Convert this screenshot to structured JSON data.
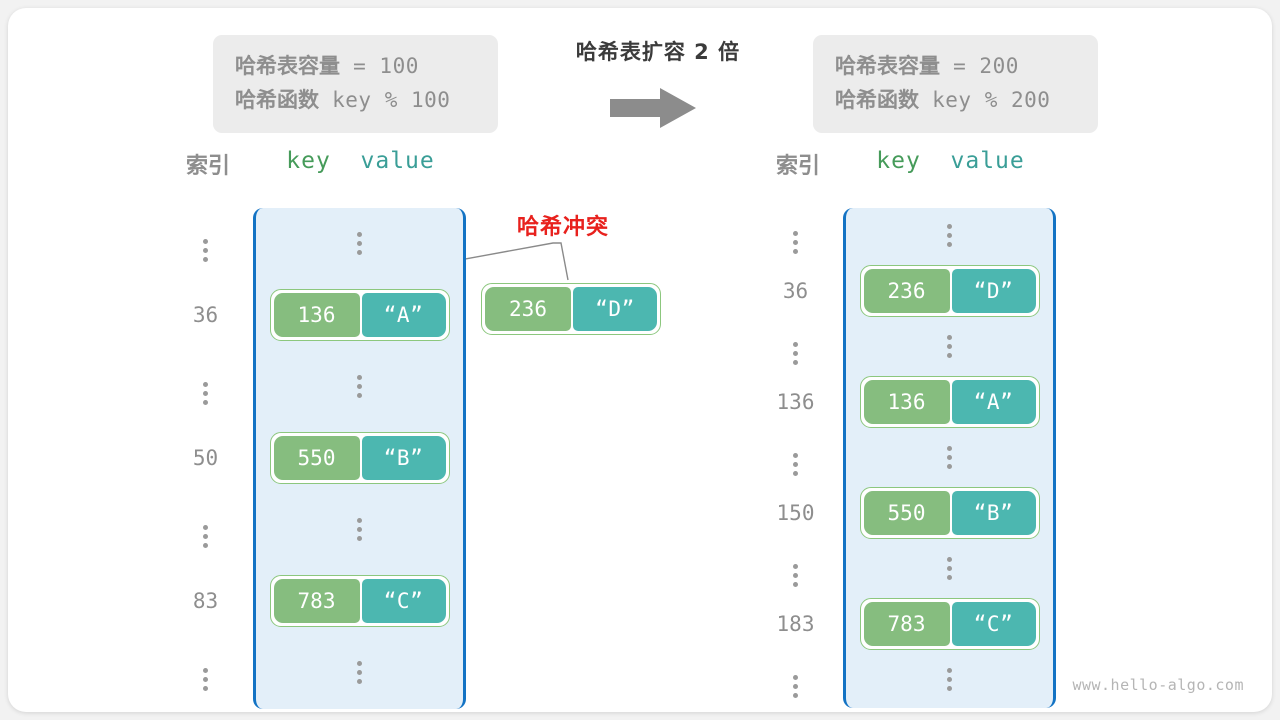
{
  "watermark": "www.hello-algo.com",
  "center": {
    "title": "哈希表扩容 2 倍",
    "arrow_icon": "right-arrow-icon"
  },
  "colors": {
    "key_cell": "#86bd7f",
    "value_cell": "#4cb7b0",
    "bucket_fill": "#e3eff9",
    "bucket_border": "#1373c4",
    "collision_red": "#e8211d",
    "info_box": "#ececec",
    "card": "#ffffff"
  },
  "before": {
    "info": {
      "capacity_label": "哈希表容量",
      "capacity_text": " = 100",
      "function_label": "哈希函数",
      "function_text": " key % 100"
    },
    "head_index": "索引",
    "head_key": "key",
    "head_value": "value",
    "rows": [
      {
        "type": "ellipsis",
        "index": ""
      },
      {
        "type": "entry",
        "index": "36",
        "key": "136",
        "value": "“A”"
      },
      {
        "type": "ellipsis",
        "index": ""
      },
      {
        "type": "entry",
        "index": "50",
        "key": "550",
        "value": "“B”"
      },
      {
        "type": "ellipsis",
        "index": ""
      },
      {
        "type": "entry",
        "index": "83",
        "key": "783",
        "value": "“C”"
      },
      {
        "type": "ellipsis",
        "index": ""
      }
    ]
  },
  "collision": {
    "label": "哈希冲突",
    "node": {
      "key": "236",
      "value": "“D”"
    }
  },
  "after": {
    "info": {
      "capacity_label": "哈希表容量",
      "capacity_text": " = 200",
      "function_label": "哈希函数",
      "function_text": " key % 200"
    },
    "head_index": "索引",
    "head_key": "key",
    "head_value": "value",
    "rows": [
      {
        "type": "ellipsis",
        "index": ""
      },
      {
        "type": "entry",
        "index": "36",
        "key": "236",
        "value": "“D”"
      },
      {
        "type": "ellipsis",
        "index": ""
      },
      {
        "type": "entry",
        "index": "136",
        "key": "136",
        "value": "“A”"
      },
      {
        "type": "ellipsis",
        "index": ""
      },
      {
        "type": "entry",
        "index": "150",
        "key": "550",
        "value": "“B”"
      },
      {
        "type": "ellipsis",
        "index": ""
      },
      {
        "type": "entry",
        "index": "183",
        "key": "783",
        "value": "“C”"
      },
      {
        "type": "ellipsis",
        "index": ""
      }
    ]
  }
}
